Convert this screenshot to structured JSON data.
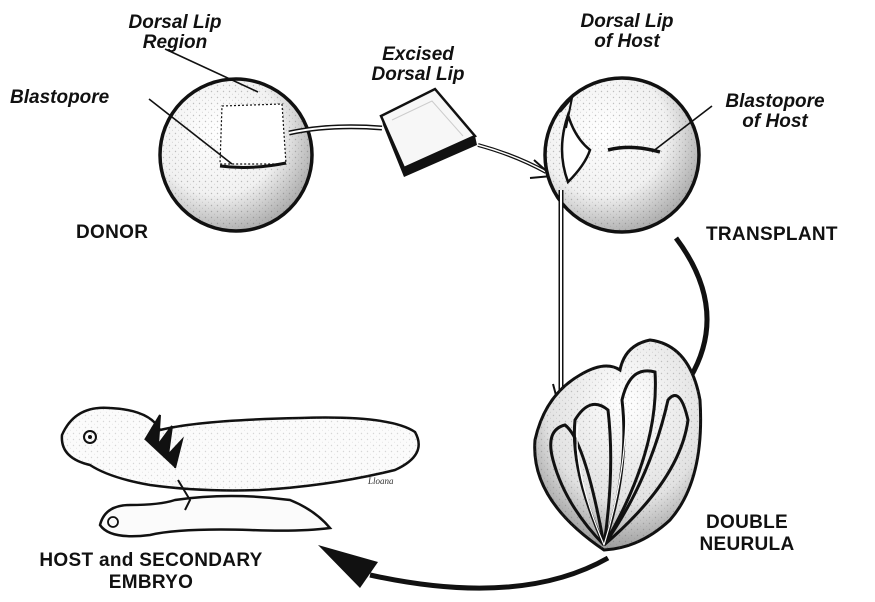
{
  "labels": {
    "dorsal_lip_region": [
      "Dorsal Lip",
      "Region"
    ],
    "blastopore": "Blastopore",
    "excised_dorsal_lip": [
      "Excised",
      "Dorsal Lip"
    ],
    "dorsal_lip_of_host": [
      "Dorsal Lip",
      "of Host"
    ],
    "blastopore_of_host": [
      "Blastopore",
      "of Host"
    ],
    "donor": "DONOR",
    "transplant": "TRANSPLANT",
    "double_neurula": [
      "DOUBLE",
      "NEURULA"
    ],
    "host_secondary": [
      "HOST and SECONDARY",
      "EMBRYO"
    ],
    "signature": "Lloana"
  },
  "colors": {
    "ink": "#111111",
    "paper": "#ffffff",
    "stipple": "#444444"
  }
}
